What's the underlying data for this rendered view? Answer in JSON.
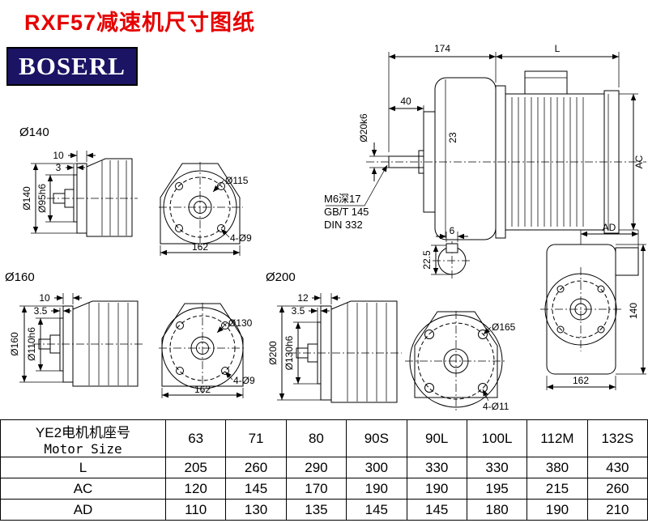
{
  "page": {
    "title": "RXF57减速机尺寸图纸",
    "logo_text": "BOSERL"
  },
  "main_view": {
    "dim_174": "174",
    "dim_L": "L",
    "dim_40": "40",
    "dim_shaft": "Ø20k6",
    "dim_23": "23",
    "dim_AC": "AC",
    "note_line1": "M6深17",
    "note_line2": "GB/T 145",
    "note_line3": "DIN 332",
    "key_width": "6",
    "key_depth": "22.5"
  },
  "rear_view": {
    "dim_AD": "AD",
    "dim_140": "140",
    "dim_162": "162"
  },
  "flange140": {
    "label": "Ø140",
    "dim_10": "10",
    "dim_3": "3",
    "dim_od": "Ø140",
    "dim_spigot": "Ø95h6",
    "dim_bolt_circle": "Ø115",
    "dim_holes": "4-Ø9",
    "dim_162": "162"
  },
  "flange160": {
    "label": "Ø160",
    "dim_10": "10",
    "dim_3_5": "3.5",
    "dim_od": "Ø160",
    "dim_spigot": "Ø110h6",
    "dim_bolt_circle": "Ø130",
    "dim_holes": "4-Ø9",
    "dim_162": "162"
  },
  "flange200": {
    "label": "Ø200",
    "dim_12": "12",
    "dim_3_5": "3.5",
    "dim_od": "Ø200",
    "dim_spigot": "Ø130h6",
    "dim_bolt_circle": "Ø165",
    "dim_holes": "4-Ø11"
  },
  "table": {
    "header_cn": "YE2电机机座号",
    "header_en": "Motor Size",
    "sizes": [
      "63",
      "71",
      "80",
      "90S",
      "90L",
      "100L",
      "112M",
      "132S"
    ],
    "rows": [
      {
        "label": "L",
        "values": [
          "205",
          "260",
          "290",
          "300",
          "330",
          "330",
          "380",
          "430"
        ]
      },
      {
        "label": "AC",
        "values": [
          "120",
          "145",
          "170",
          "190",
          "190",
          "195",
          "215",
          "260"
        ]
      },
      {
        "label": "AD",
        "values": [
          "110",
          "130",
          "135",
          "145",
          "145",
          "180",
          "190",
          "210"
        ]
      }
    ]
  }
}
